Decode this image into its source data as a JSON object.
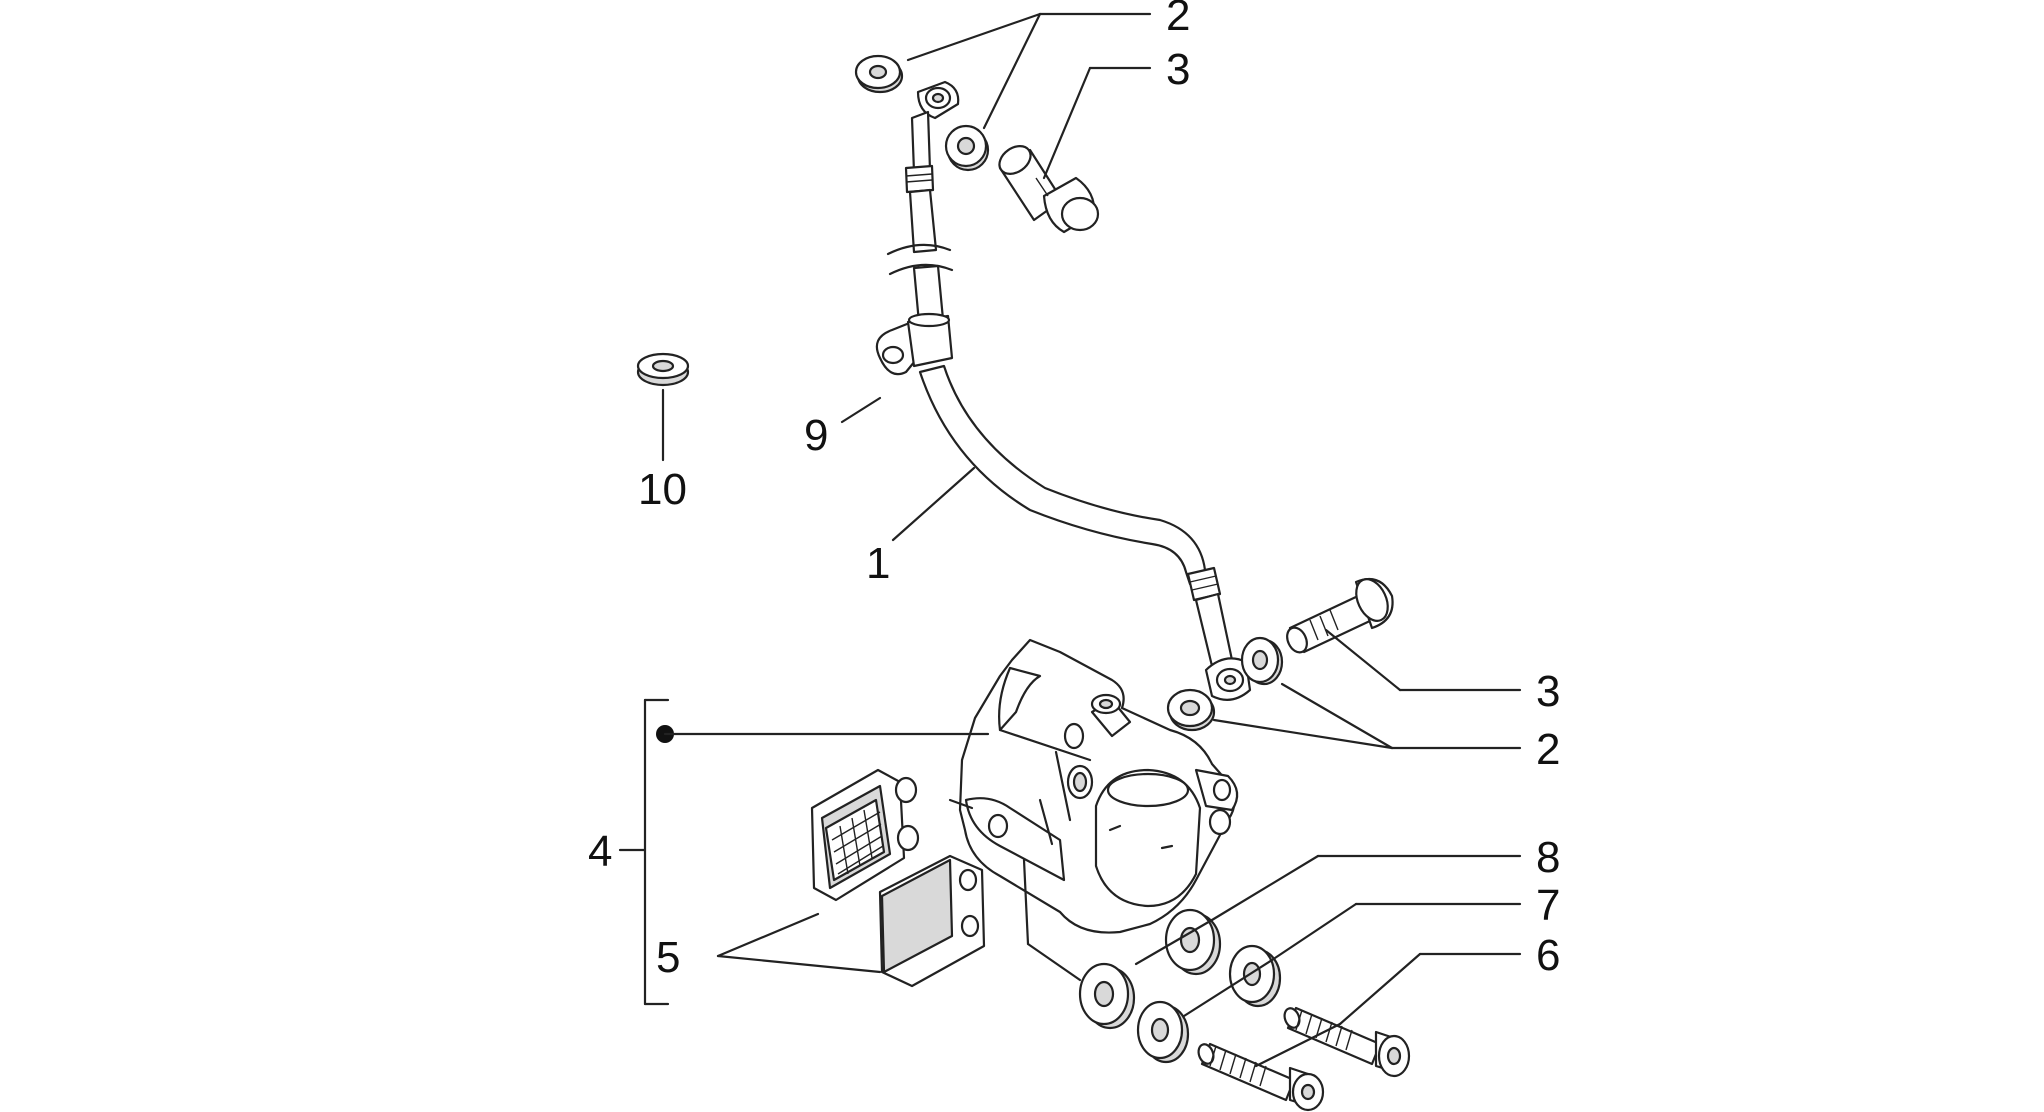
{
  "diagram": {
    "callouts": [
      {
        "id": "c1",
        "text": "1"
      },
      {
        "id": "c2_top",
        "text": "2"
      },
      {
        "id": "c3_top",
        "text": "3"
      },
      {
        "id": "c3_right",
        "text": "3"
      },
      {
        "id": "c2_right",
        "text": "2"
      },
      {
        "id": "c4",
        "text": "4"
      },
      {
        "id": "c5",
        "text": "5"
      },
      {
        "id": "c6",
        "text": "6"
      },
      {
        "id": "c7",
        "text": "7"
      },
      {
        "id": "c8",
        "text": "8"
      },
      {
        "id": "c9",
        "text": "9"
      },
      {
        "id": "c10",
        "text": "10"
      }
    ],
    "colors": {
      "line": "#222222",
      "fill": "#ffffff",
      "shade": "#d9d9d9",
      "background": "#ffffff"
    }
  }
}
